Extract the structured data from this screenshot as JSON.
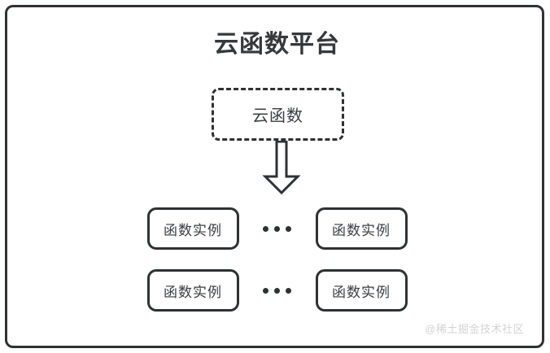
{
  "diagram": {
    "type": "block-diagram",
    "background_color": "#ffffff",
    "stroke_color": "#2f3133",
    "text_color": "#3a3c3e",
    "platform": {
      "title": "云函数平台",
      "border_style": "solid-rounded"
    },
    "cloud_function_node": {
      "label": "云函数",
      "border_style": "dashed-rounded"
    },
    "connector": {
      "kind": "block-arrow",
      "direction": "down",
      "fill": "#ffffff",
      "stroke": "#2f3133"
    },
    "instance_rows": [
      {
        "row_name": "instance-row-1",
        "left_box_label": "函数实例",
        "ellipsis": "•••",
        "ellipsis_dot_count": 3,
        "right_box_label": "函数实例"
      },
      {
        "row_name": "instance-row-2",
        "left_box_label": "函数实例",
        "ellipsis": "•••",
        "ellipsis_dot_count": 3,
        "right_box_label": "函数实例"
      }
    ],
    "watermark": {
      "text": "@稀土掘金技术社区",
      "color": "#d2d3d6"
    }
  }
}
